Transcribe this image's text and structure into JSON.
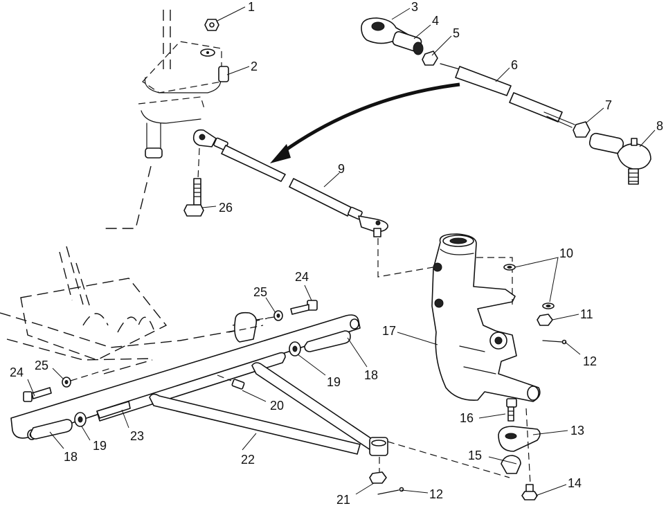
{
  "callouts": [
    {
      "id": "c1",
      "label": "1"
    },
    {
      "id": "c2",
      "label": "2"
    },
    {
      "id": "c3",
      "label": "3"
    },
    {
      "id": "c4",
      "label": "4"
    },
    {
      "id": "c5",
      "label": "5"
    },
    {
      "id": "c6",
      "label": "6"
    },
    {
      "id": "c7",
      "label": "7"
    },
    {
      "id": "c8",
      "label": "8"
    },
    {
      "id": "c9",
      "label": "9"
    },
    {
      "id": "c10",
      "label": "10"
    },
    {
      "id": "c11",
      "label": "11"
    },
    {
      "id": "c12a",
      "label": "12"
    },
    {
      "id": "c12b",
      "label": "12"
    },
    {
      "id": "c13",
      "label": "13"
    },
    {
      "id": "c14",
      "label": "14"
    },
    {
      "id": "c15",
      "label": "15"
    },
    {
      "id": "c16",
      "label": "16"
    },
    {
      "id": "c17",
      "label": "17"
    },
    {
      "id": "c18a",
      "label": "18"
    },
    {
      "id": "c18b",
      "label": "18"
    },
    {
      "id": "c19a",
      "label": "19"
    },
    {
      "id": "c19b",
      "label": "19"
    },
    {
      "id": "c20",
      "label": "20"
    },
    {
      "id": "c21",
      "label": "21"
    },
    {
      "id": "c22",
      "label": "22"
    },
    {
      "id": "c23",
      "label": "23"
    },
    {
      "id": "c24a",
      "label": "24"
    },
    {
      "id": "c24b",
      "label": "24"
    },
    {
      "id": "c25a",
      "label": "25"
    },
    {
      "id": "c25b",
      "label": "25"
    },
    {
      "id": "c26",
      "label": "26"
    }
  ]
}
